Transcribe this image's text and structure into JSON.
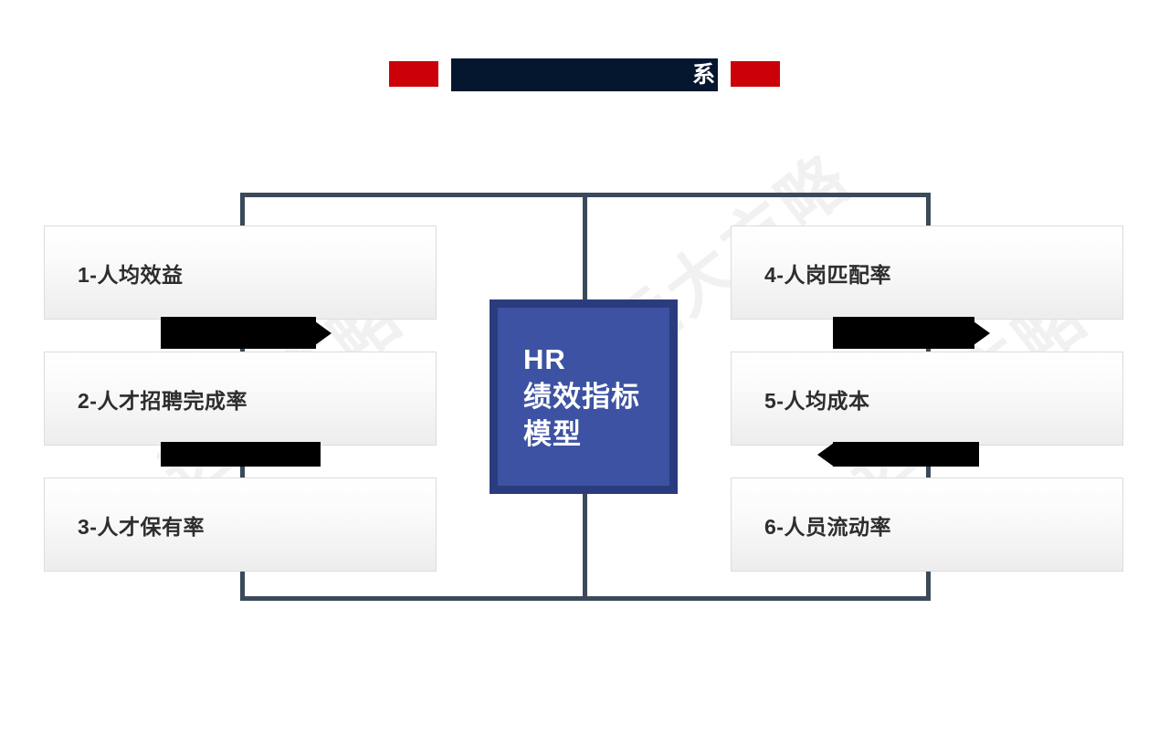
{
  "slide": {
    "title": {
      "visible_text": "系",
      "redacted_prefix": "███████████",
      "redaction_color": "#05172F",
      "accent_color": "#CC0008",
      "accent_left_label": "title-accent-left",
      "accent_right_label": "title-accent-right"
    },
    "center_node": {
      "lines": [
        "HR",
        "绩效指标",
        "模型"
      ],
      "fill_color": "#3D52A3",
      "border_color": "#2B3C7E",
      "text_color": "#FFFFFF"
    },
    "connector_color": "#3A4A5A",
    "left_items": [
      {
        "label": "1-人均效益"
      },
      {
        "label": "2-人才招聘完成率"
      },
      {
        "label": "3-人才保有率"
      }
    ],
    "right_items": [
      {
        "label": "4-人岗匹配率"
      },
      {
        "label": "5-人均成本"
      },
      {
        "label": "6-人员流动率"
      }
    ],
    "redactions": [
      {
        "id": "redaction-left-upper",
        "arrow": "right"
      },
      {
        "id": "redaction-left-lower",
        "arrow": "none"
      },
      {
        "id": "redaction-right-upper",
        "arrow": "right"
      },
      {
        "id": "redaction-right-lower",
        "arrow": "left"
      }
    ],
    "watermark": {
      "text": "远大方略"
    }
  }
}
